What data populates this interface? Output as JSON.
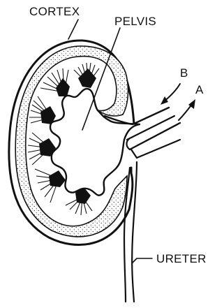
{
  "diagram": {
    "labels": {
      "cortex": "CORTEX",
      "pelvis": "PELVIS",
      "ureter": "URETER",
      "vessel_b": "B",
      "vessel_a": "A"
    },
    "ink_color": "#111111",
    "background_color": "#ffffff"
  }
}
